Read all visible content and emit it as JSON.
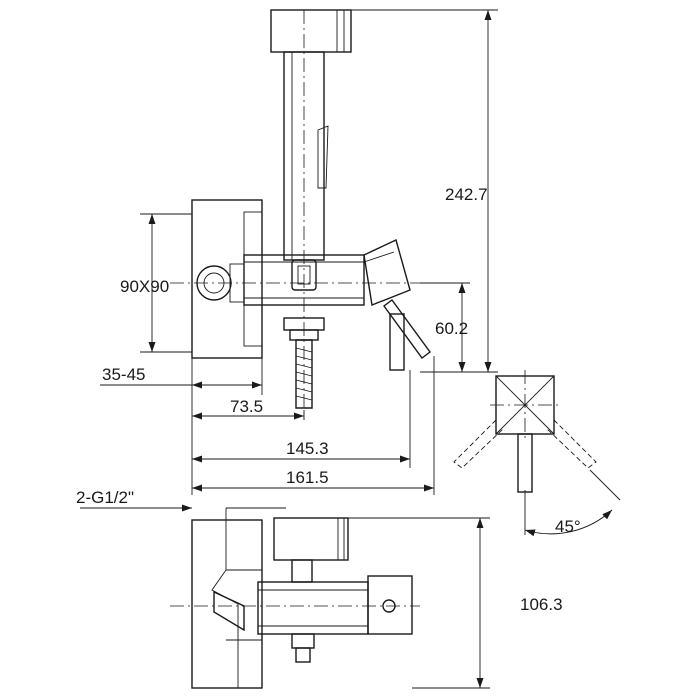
{
  "dimensions": {
    "height_total": "242.7",
    "wall_box": "90X90",
    "outlet_offset": "60.2",
    "wall_depth": "35-45",
    "inlet_depth": "73.5",
    "body_length": "145.3",
    "overall_length": "161.5",
    "thread": "2-G1/2\"",
    "side_height": "106.3",
    "rotation_angle": "45°"
  }
}
